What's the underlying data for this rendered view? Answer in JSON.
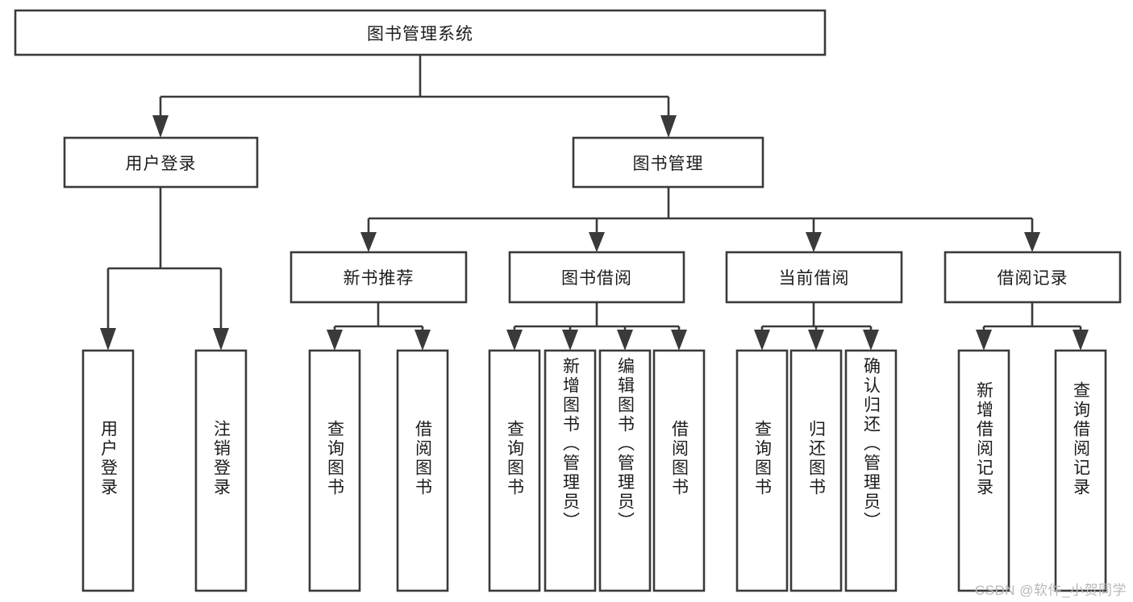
{
  "diagram": {
    "type": "tree-hierarchy-chart",
    "title": "图书管理系统",
    "watermark": "CSDN @软件_小贺同学",
    "colors": {
      "stroke": "#3a3a3a",
      "fill": "#ffffff",
      "text": "#1c1c1c",
      "watermark": "#b9b9b9"
    },
    "root": {
      "label": "图书管理系统"
    },
    "level2": [
      {
        "label": "用户登录"
      },
      {
        "label": "图书管理"
      }
    ],
    "level3": [
      {
        "label": "新书推荐"
      },
      {
        "label": "图书借阅"
      },
      {
        "label": "当前借阅"
      },
      {
        "label": "借阅记录"
      }
    ],
    "leaves": {
      "user_login": [
        {
          "label": "用户登录"
        },
        {
          "label": "注销登录"
        }
      ],
      "new_book_recommend": [
        {
          "label": "查询图书"
        },
        {
          "label": "借阅图书"
        }
      ],
      "book_borrow": [
        {
          "label": "查询图书"
        },
        {
          "label": "新增图书（管理员）"
        },
        {
          "label": "编辑图书（管理员）"
        },
        {
          "label": "借阅图书"
        }
      ],
      "current_borrow": [
        {
          "label": "查询图书"
        },
        {
          "label": "归还图书"
        },
        {
          "label": "确认归还（管理员）"
        }
      ],
      "borrow_record": [
        {
          "label": "新增借阅记录"
        },
        {
          "label": "查询借阅记录"
        }
      ]
    }
  }
}
